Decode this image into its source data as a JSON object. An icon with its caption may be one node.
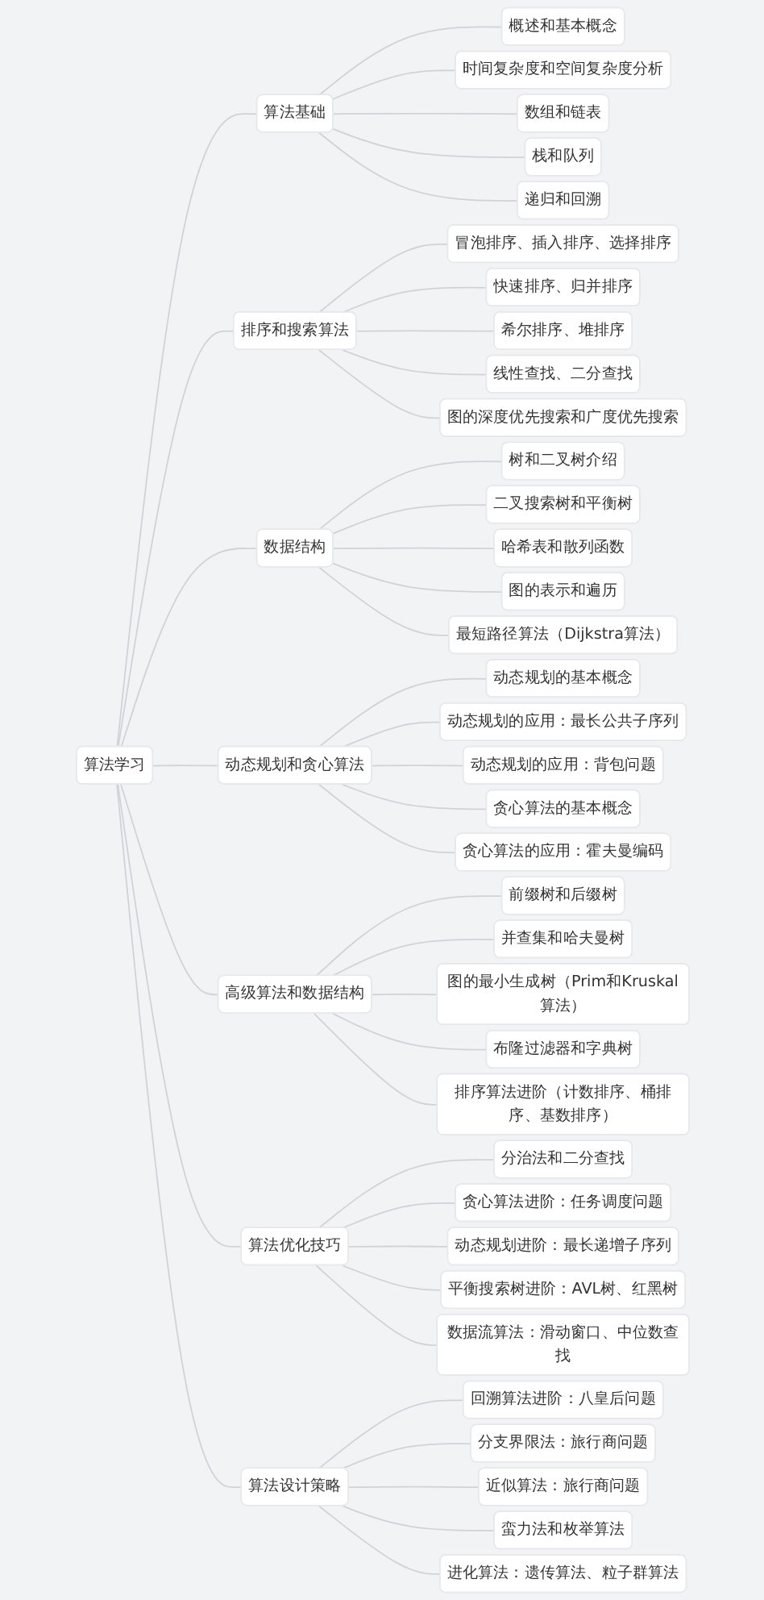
{
  "diagram": {
    "nodes": [
      {
        "text": [
          "算法学习"
        ]
      },
      {
        "text": [
          "算法基础"
        ]
      },
      {
        "text": [
          "概述和基本概念"
        ]
      },
      {
        "text": [
          "时间复杂度和空间复杂度分析"
        ]
      },
      {
        "text": [
          "数组和链表"
        ]
      },
      {
        "text": [
          "栈和队列"
        ]
      },
      {
        "text": [
          "递归和回溯"
        ]
      },
      {
        "text": [
          "排序和搜索算法"
        ]
      },
      {
        "text": [
          "冒泡排序、插入排序、选择排序"
        ]
      },
      {
        "text": [
          "快速排序、归并排序"
        ]
      },
      {
        "text": [
          "希尔排序、堆排序"
        ]
      },
      {
        "text": [
          "线性查找、二分查找"
        ]
      },
      {
        "text": [
          "图的深度优先搜索和广度优先搜索"
        ]
      },
      {
        "text": [
          "数据结构"
        ]
      },
      {
        "text": [
          "树和二叉树介绍"
        ]
      },
      {
        "text": [
          "二叉搜索树和平衡树"
        ]
      },
      {
        "text": [
          "哈希表和散列函数"
        ]
      },
      {
        "text": [
          "图的表示和遍历"
        ]
      },
      {
        "text": [
          "最短路径算法（Dijkstra算法）"
        ]
      },
      {
        "text": [
          "动态规划和贪心算法"
        ]
      },
      {
        "text": [
          "动态规划的基本概念"
        ]
      },
      {
        "text": [
          "动态规划的应用：最长公共子序列"
        ]
      },
      {
        "text": [
          "动态规划的应用：背包问题"
        ]
      },
      {
        "text": [
          "贪心算法的基本概念"
        ]
      },
      {
        "text": [
          "贪心算法的应用：霍夫曼编码"
        ]
      },
      {
        "text": [
          "高级算法和数据结构"
        ]
      },
      {
        "text": [
          "前缀树和后缀树"
        ]
      },
      {
        "text": [
          "并查集和哈夫曼树"
        ]
      },
      {
        "text": [
          "图的最小生成树（Prim和Kruskal算法）"
        ]
      },
      {
        "text": [
          "布隆过滤器和字典树"
        ]
      },
      {
        "text": [
          "排序算法进阶（计数排序、桶排序、基数排序）"
        ]
      },
      {
        "text": [
          "算法优化技巧"
        ]
      },
      {
        "text": [
          "分治法和二分查找"
        ]
      },
      {
        "text": [
          "贪心算法进阶：任务调度问题"
        ]
      },
      {
        "text": [
          "动态规划进阶：最长递增子序列"
        ]
      },
      {
        "text": [
          "平衡搜索树进阶：AVL树、红黑树"
        ]
      },
      {
        "text": [
          "数据流算法：滑动窗口、中位数查找"
        ]
      },
      {
        "text": [
          "算法设计策略"
        ]
      },
      {
        "text": [
          "回溯算法进阶：八皇后问题"
        ]
      },
      {
        "text": [
          "分支界限法：旅行商问题"
        ]
      },
      {
        "text": [
          "近似算法：旅行商问题"
        ]
      },
      {
        "text": [
          "蛮力法和枚举算法"
        ]
      },
      {
        "text": [
          "进化算法：遗传算法、粒子群算法"
        ]
      }
    ],
    "edges": [
      {
        "from": 0,
        "to": 1,
        "arrow": "none"
      },
      {
        "from": 0,
        "to": 7,
        "arrow": "none"
      },
      {
        "from": 0,
        "to": 13,
        "arrow": "none"
      },
      {
        "from": 0,
        "to": 19,
        "arrow": "none"
      },
      {
        "from": 0,
        "to": 25,
        "arrow": "none"
      },
      {
        "from": 0,
        "to": 31,
        "arrow": "none"
      },
      {
        "from": 0,
        "to": 37,
        "arrow": "none"
      },
      {
        "from": 1,
        "to": 2,
        "arrow": "none"
      },
      {
        "from": 1,
        "to": 3,
        "arrow": "none"
      },
      {
        "from": 1,
        "to": 4,
        "arrow": "none"
      },
      {
        "from": 1,
        "to": 5,
        "arrow": "none"
      },
      {
        "from": 1,
        "to": 6,
        "arrow": "none"
      },
      {
        "from": 7,
        "to": 8,
        "arrow": "none"
      },
      {
        "from": 7,
        "to": 9,
        "arrow": "none"
      },
      {
        "from": 7,
        "to": 10,
        "arrow": "none"
      },
      {
        "from": 7,
        "to": 11,
        "arrow": "none"
      },
      {
        "from": 7,
        "to": 12,
        "arrow": "none"
      },
      {
        "from": 13,
        "to": 14,
        "arrow": "none"
      },
      {
        "from": 13,
        "to": 15,
        "arrow": "none"
      },
      {
        "from": 13,
        "to": 16,
        "arrow": "none"
      },
      {
        "from": 13,
        "to": 17,
        "arrow": "none"
      },
      {
        "from": 13,
        "to": 18,
        "arrow": "none"
      },
      {
        "from": 19,
        "to": 20,
        "arrow": "none"
      },
      {
        "from": 19,
        "to": 21,
        "arrow": "none"
      },
      {
        "from": 19,
        "to": 22,
        "arrow": "none"
      },
      {
        "from": 19,
        "to": 23,
        "arrow": "none"
      },
      {
        "from": 19,
        "to": 24,
        "arrow": "none"
      },
      {
        "from": 25,
        "to": 26,
        "arrow": "none"
      },
      {
        "from": 25,
        "to": 27,
        "arrow": "none"
      },
      {
        "from": 25,
        "to": 28,
        "arrow": "none"
      },
      {
        "from": 25,
        "to": 29,
        "arrow": "none"
      },
      {
        "from": 25,
        "to": 30,
        "arrow": "none"
      },
      {
        "from": 31,
        "to": 32,
        "arrow": "none"
      },
      {
        "from": 31,
        "to": 33,
        "arrow": "none"
      },
      {
        "from": 31,
        "to": 34,
        "arrow": "none"
      },
      {
        "from": 31,
        "to": 35,
        "arrow": "none"
      },
      {
        "from": 31,
        "to": 36,
        "arrow": "none"
      },
      {
        "from": 37,
        "to": 38,
        "arrow": "none"
      },
      {
        "from": 37,
        "to": 39,
        "arrow": "none"
      },
      {
        "from": 37,
        "to": 40,
        "arrow": "none"
      },
      {
        "from": 37,
        "to": 41,
        "arrow": "none"
      },
      {
        "from": 37,
        "to": 42,
        "arrow": "none"
      }
    ]
  }
}
